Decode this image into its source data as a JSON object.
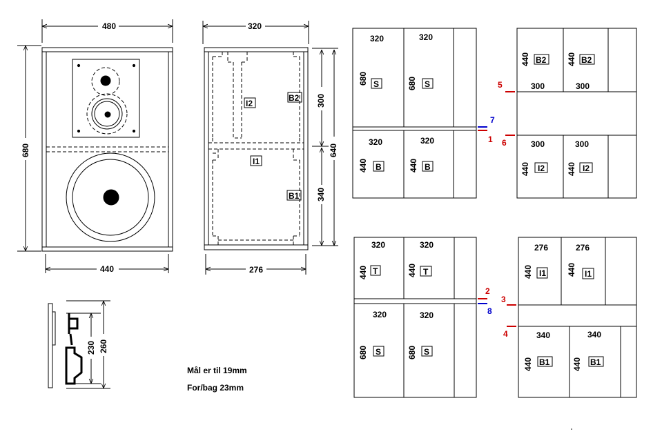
{
  "front_view": {
    "width_top": "480",
    "height": "680",
    "width_bottom": "440"
  },
  "side_view": {
    "width_top": "320",
    "height_total": "640",
    "height_upper": "300",
    "height_lower": "340",
    "width_bottom": "276",
    "labels": {
      "i2": "I2",
      "b2": "B2",
      "i1": "I1",
      "b1": "B1"
    }
  },
  "driver_view": {
    "dim_inner": "230",
    "dim_outer": "260"
  },
  "notes": {
    "line1": "Mål er til  19mm",
    "line2": "For/bag  23mm"
  },
  "sheet1": {
    "p1": {
      "w": "320",
      "h": "680",
      "tag": "S"
    },
    "p2": {
      "w": "320",
      "h": "680",
      "tag": "S"
    },
    "p3": {
      "w": "320",
      "h": "440",
      "tag": "B"
    },
    "p4": {
      "w": "320",
      "h": "440",
      "tag": "B"
    },
    "cut_top": "7",
    "cut_bottom": "1"
  },
  "sheet2": {
    "p1": {
      "w": "300",
      "h": "440",
      "tag": "B2"
    },
    "p2": {
      "w": "300",
      "h": "440",
      "tag": "B2"
    },
    "p3": {
      "w": "300",
      "h": "440",
      "tag": "I2"
    },
    "p4": {
      "w": "300",
      "h": "440",
      "tag": "I2"
    },
    "cut_top": "5",
    "cut_bottom": "6"
  },
  "sheet3": {
    "p1": {
      "w": "320",
      "h": "440",
      "tag": "T"
    },
    "p2": {
      "w": "320",
      "h": "440",
      "tag": "T"
    },
    "p3": {
      "w": "320",
      "h": "680",
      "tag": "S"
    },
    "p4": {
      "w": "320",
      "h": "680",
      "tag": "S"
    },
    "cut_top": "2",
    "cut_bottom": "8"
  },
  "sheet4": {
    "p1": {
      "w": "276",
      "h": "440",
      "tag": "I1"
    },
    "p2": {
      "w": "276",
      "h": "440",
      "tag": "I1"
    },
    "p3": {
      "w": "340",
      "h": "440",
      "tag": "B1"
    },
    "p4": {
      "w": "340",
      "h": "440",
      "tag": "B1"
    },
    "cut_top": "3",
    "cut_bottom": "4"
  },
  "colors": {
    "red": "#cc0000",
    "blue": "#0000cc"
  }
}
